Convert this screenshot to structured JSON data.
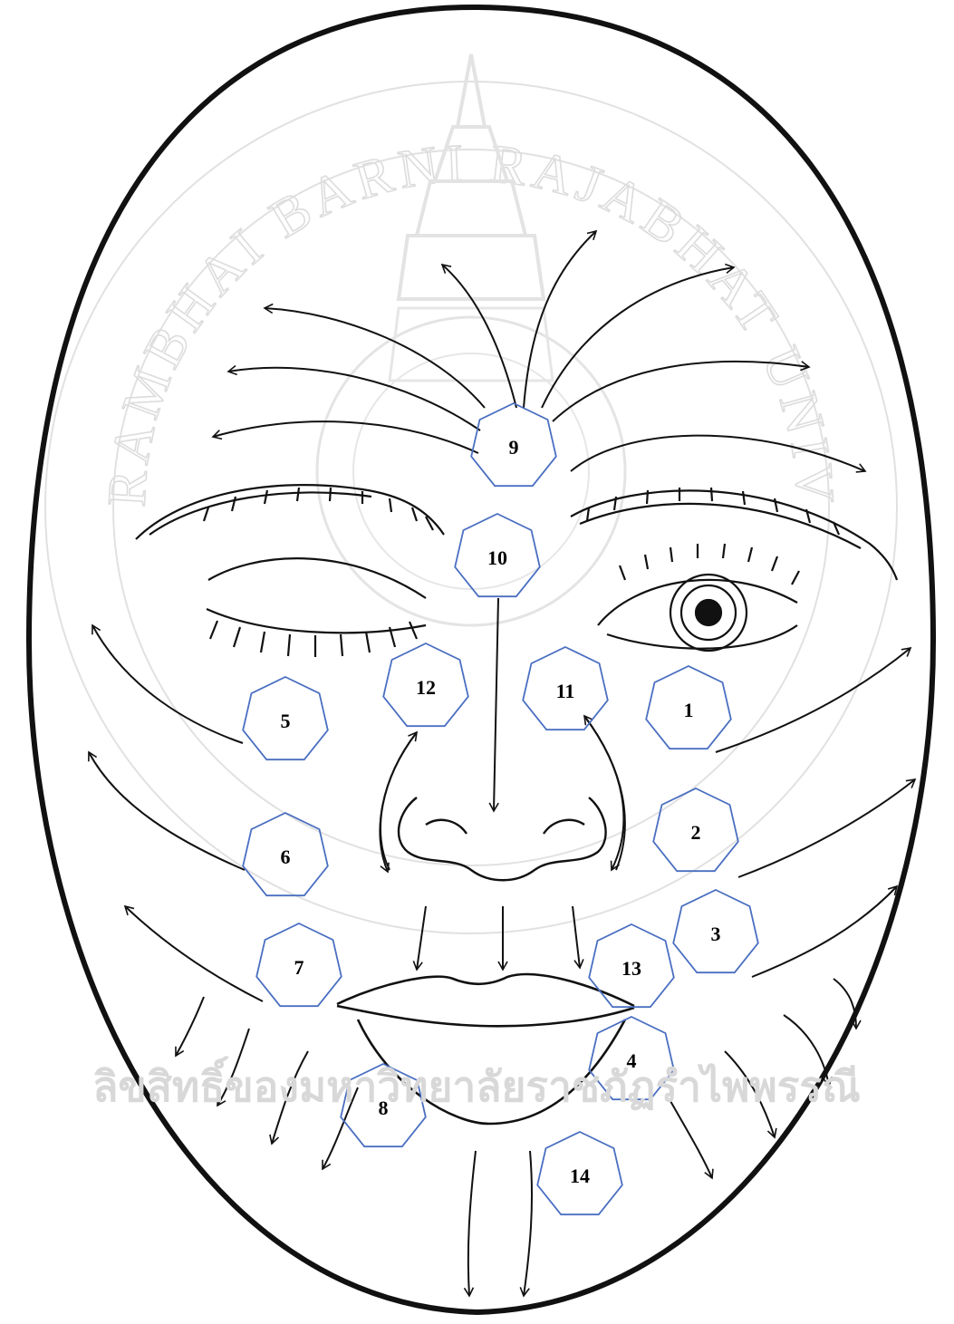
{
  "colors": {
    "point_outline": "#4a6fc1",
    "ink": "#111111",
    "watermark": "#d8d8d8"
  },
  "watermark_footer": "ลิขสิทธิ์ของมหาวิทยาลัยราชภัฏรำไพพรรณี",
  "watermark_seal_ring": "RAMBHAI BARNI RAJABHAT UNIVERSITY",
  "points": [
    {
      "label": "1"
    },
    {
      "label": "2"
    },
    {
      "label": "3"
    },
    {
      "label": "4"
    },
    {
      "label": "5"
    },
    {
      "label": "6"
    },
    {
      "label": "7"
    },
    {
      "label": "8"
    },
    {
      "label": "9"
    },
    {
      "label": "10"
    },
    {
      "label": "11"
    },
    {
      "label": "12"
    },
    {
      "label": "13"
    },
    {
      "label": "14"
    }
  ]
}
